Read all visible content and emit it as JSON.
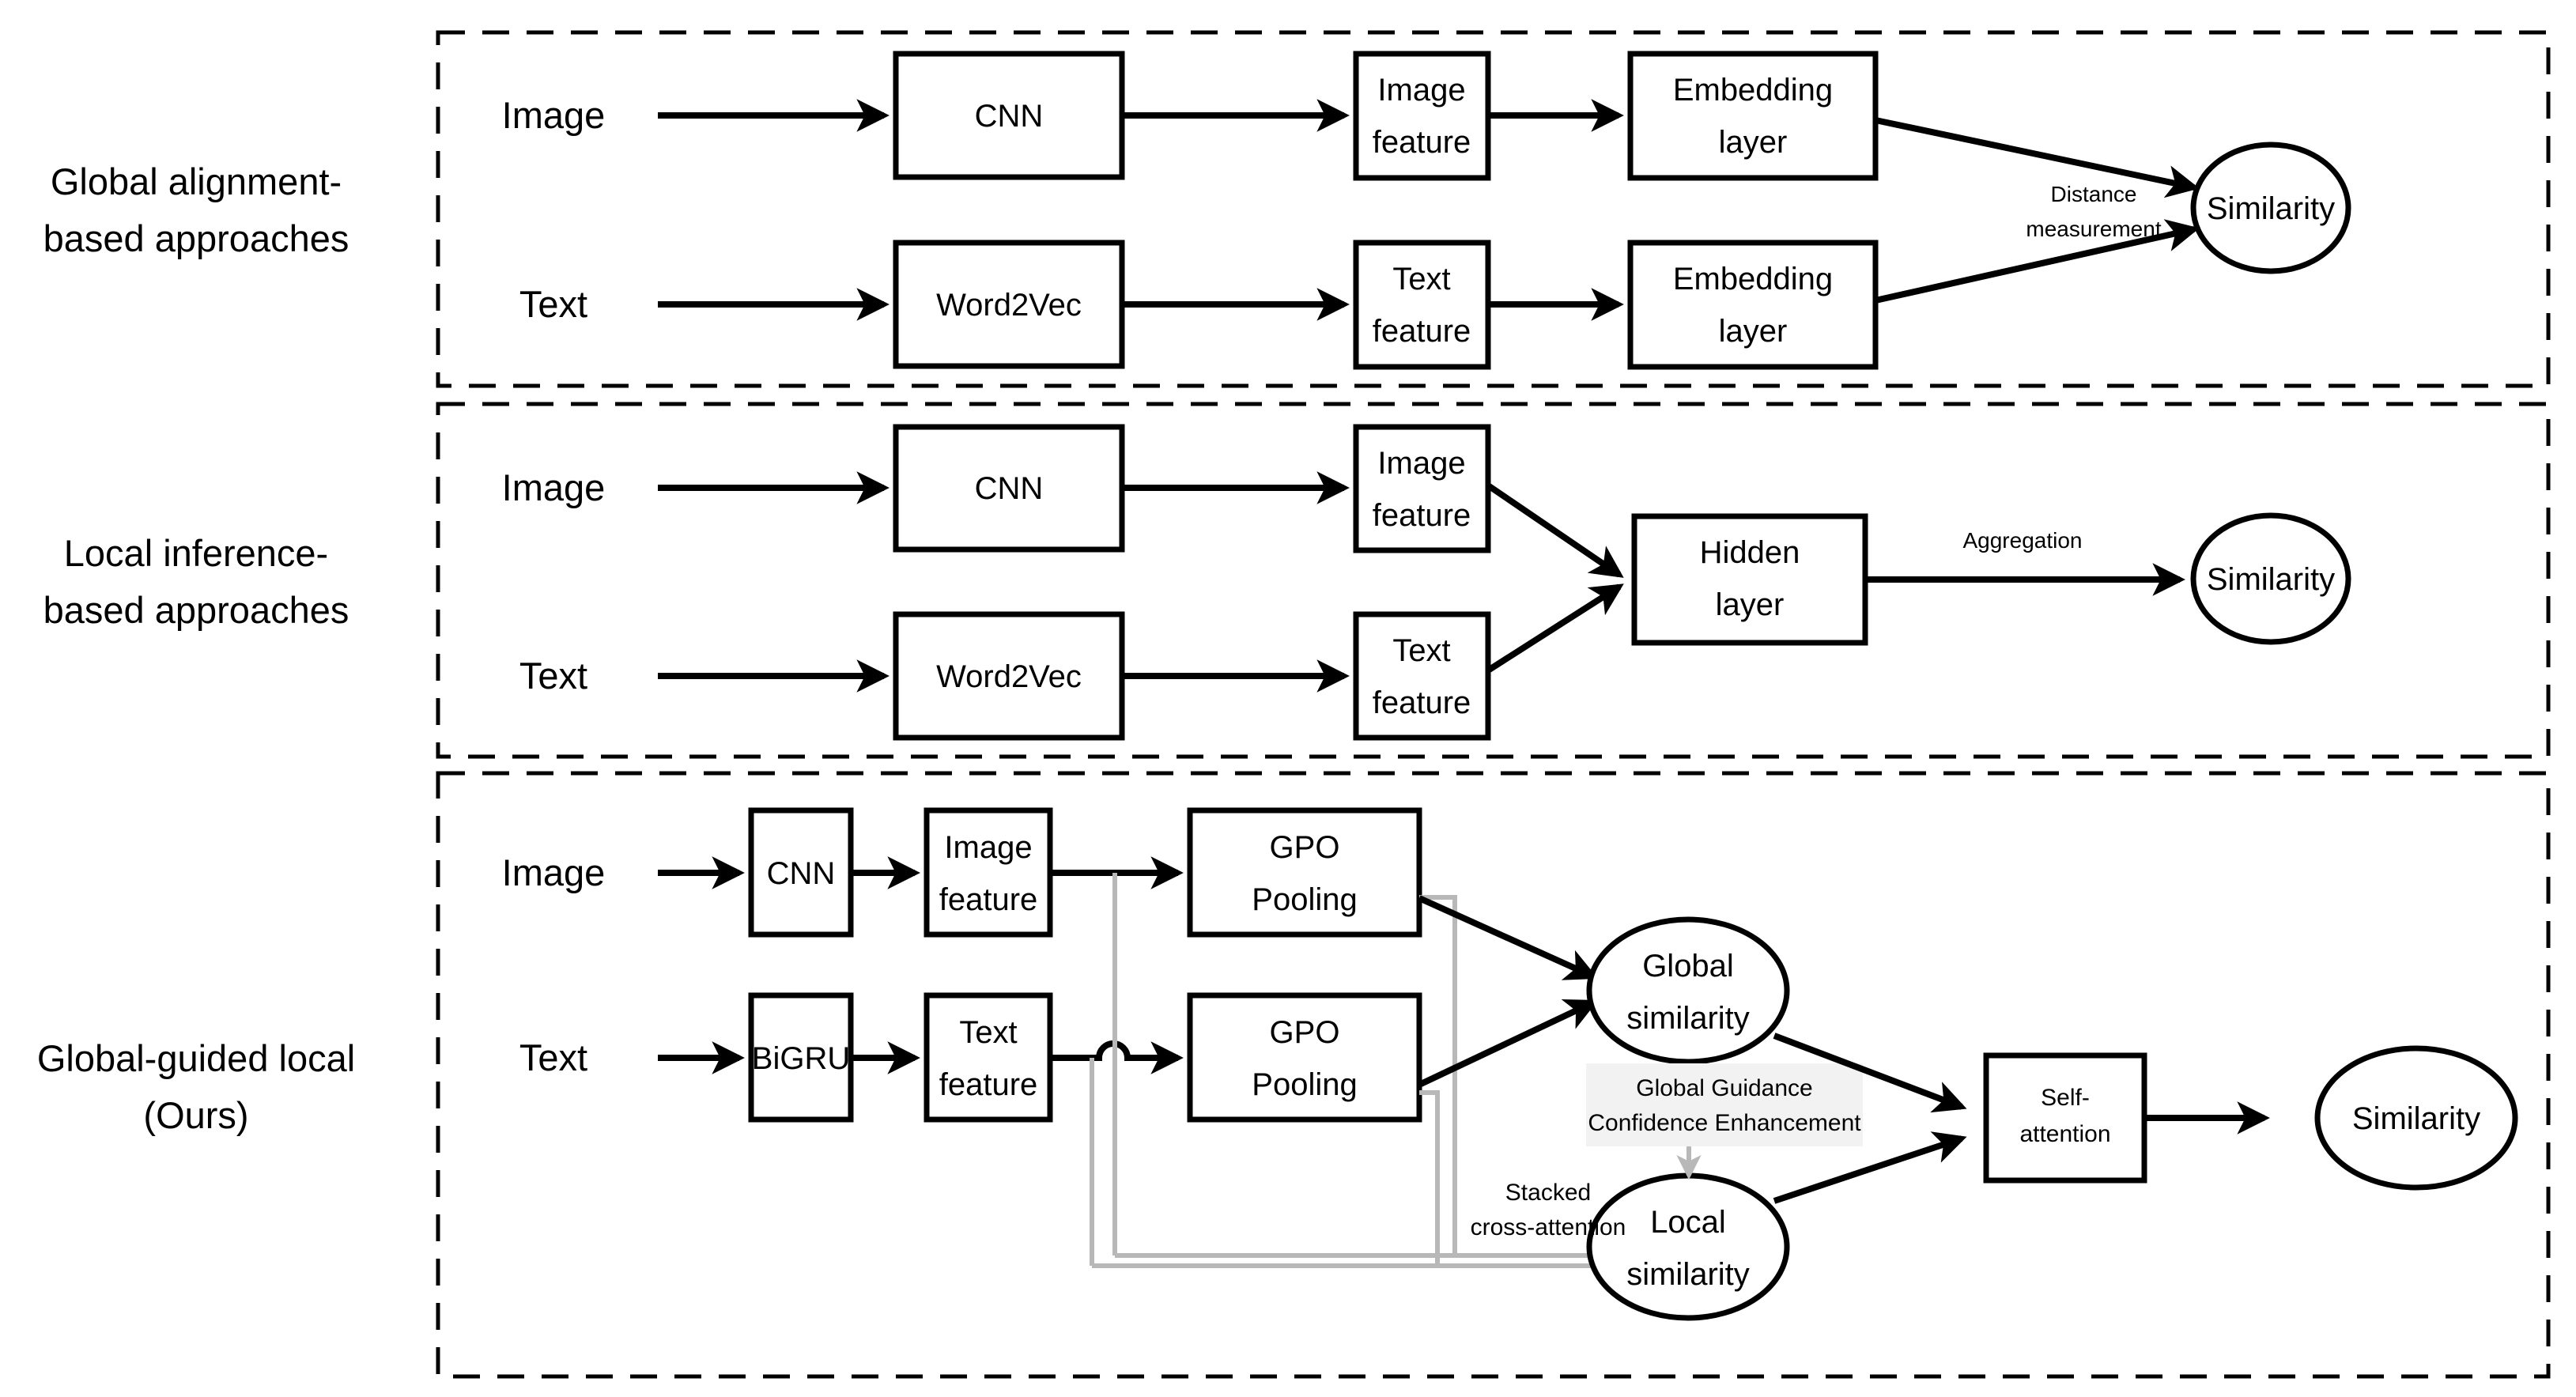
{
  "figure": {
    "title": "Comparison of image-text matching approach families",
    "background": "#ffffff",
    "accent_gray": "#b8b8b8",
    "highlight_bg": "#f2f2f2"
  },
  "row_labels": [
    {
      "line1": "Global alignment-",
      "line2": "based approaches"
    },
    {
      "line1": "Local inference-",
      "line2": "based approaches"
    },
    {
      "line1": "Global-guided local",
      "line2": "(Ours)"
    }
  ],
  "panels": [
    {
      "id": "global-alignment",
      "inputs": [
        "Image",
        "Text"
      ],
      "boxes": [
        {
          "id": "p1-cnn",
          "label": "CNN"
        },
        {
          "id": "p1-image-feature",
          "line1": "Image",
          "line2": "feature"
        },
        {
          "id": "p1-embed-image",
          "line1": "Embedding",
          "line2": "layer"
        },
        {
          "id": "p1-word2vec",
          "label": "Word2Vec"
        },
        {
          "id": "p1-text-feature",
          "line1": "Text",
          "line2": "feature"
        },
        {
          "id": "p1-embed-text",
          "line1": "Embedding",
          "line2": "layer"
        }
      ],
      "ellipses": [
        {
          "id": "p1-similarity",
          "label": "Similarity"
        }
      ],
      "edge_labels": [
        {
          "id": "p1-distance",
          "line1": "Distance",
          "line2": "measurement"
        }
      ]
    },
    {
      "id": "local-inference",
      "inputs": [
        "Image",
        "Text"
      ],
      "boxes": [
        {
          "id": "p2-cnn",
          "label": "CNN"
        },
        {
          "id": "p2-image-feature",
          "line1": "Image",
          "line2": "feature"
        },
        {
          "id": "p2-word2vec",
          "label": "Word2Vec"
        },
        {
          "id": "p2-text-feature",
          "line1": "Text",
          "line2": "feature"
        },
        {
          "id": "p2-hidden",
          "line1": "Hidden",
          "line2": "layer"
        }
      ],
      "ellipses": [
        {
          "id": "p2-similarity",
          "label": "Similarity"
        }
      ],
      "edge_labels": [
        {
          "id": "p2-aggregation",
          "line1": "Aggregation",
          "line2": ""
        }
      ]
    },
    {
      "id": "global-guided-local",
      "inputs": [
        "Image",
        "Text"
      ],
      "boxes": [
        {
          "id": "p3-cnn",
          "label": "CNN"
        },
        {
          "id": "p3-image-feature",
          "line1": "Image",
          "line2": "feature"
        },
        {
          "id": "p3-gpo-image",
          "line1": "GPO",
          "line2": "Pooling"
        },
        {
          "id": "p3-bigru",
          "label": "BiGRU"
        },
        {
          "id": "p3-text-feature",
          "line1": "Text",
          "line2": "feature"
        },
        {
          "id": "p3-gpo-text",
          "line1": "GPO",
          "line2": "Pooling"
        },
        {
          "id": "p3-self-attention",
          "line1": "Self-",
          "line2": "attention"
        }
      ],
      "ellipses": [
        {
          "id": "p3-global-similarity",
          "line1": "Global",
          "line2": "similarity"
        },
        {
          "id": "p3-local-similarity",
          "line1": "Local",
          "line2": "similarity"
        },
        {
          "id": "p3-similarity",
          "label": "Similarity"
        }
      ],
      "edge_labels": [
        {
          "id": "p3-global-guidance",
          "line1": "Global Guidance",
          "line2": "Confidence Enhancement"
        },
        {
          "id": "p3-stacked-cross-attention",
          "line1": "Stacked",
          "line2": "cross-attention"
        }
      ]
    }
  ]
}
